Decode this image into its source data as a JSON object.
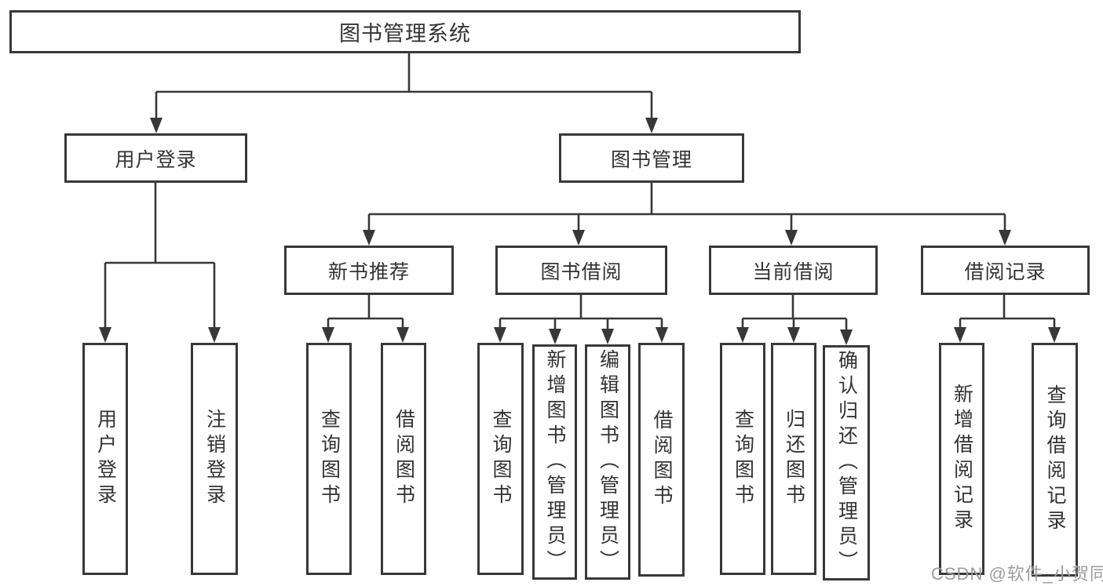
{
  "tree": {
    "label": "图书管理系统",
    "children": [
      {
        "label": "用户登录",
        "children": [
          {
            "label": "用户登录"
          },
          {
            "label": "注销登录"
          }
        ]
      },
      {
        "label": "图书管理",
        "children": [
          {
            "label": "新书推荐",
            "children": [
              {
                "label": "查询图书"
              },
              {
                "label": "借阅图书"
              }
            ]
          },
          {
            "label": "图书借阅",
            "children": [
              {
                "label": "查询图书"
              },
              {
                "label": "新增图书（管理员）"
              },
              {
                "label": "编辑图书（管理员）"
              },
              {
                "label": "借阅图书"
              }
            ]
          },
          {
            "label": "当前借阅",
            "children": [
              {
                "label": "查询图书"
              },
              {
                "label": "归还图书"
              },
              {
                "label": "确认归还（管理员）"
              }
            ]
          },
          {
            "label": "借阅记录",
            "children": [
              {
                "label": "新增借阅记录"
              },
              {
                "label": "查询借阅记录"
              }
            ]
          }
        ]
      }
    ]
  },
  "watermark": {
    "text": "CSDN @软件_小贺同学"
  },
  "colors": {
    "line": "#383838",
    "box_border": "#383838",
    "text": "#333333",
    "watermark": "#9c9c9c",
    "background": "#ffffff"
  }
}
